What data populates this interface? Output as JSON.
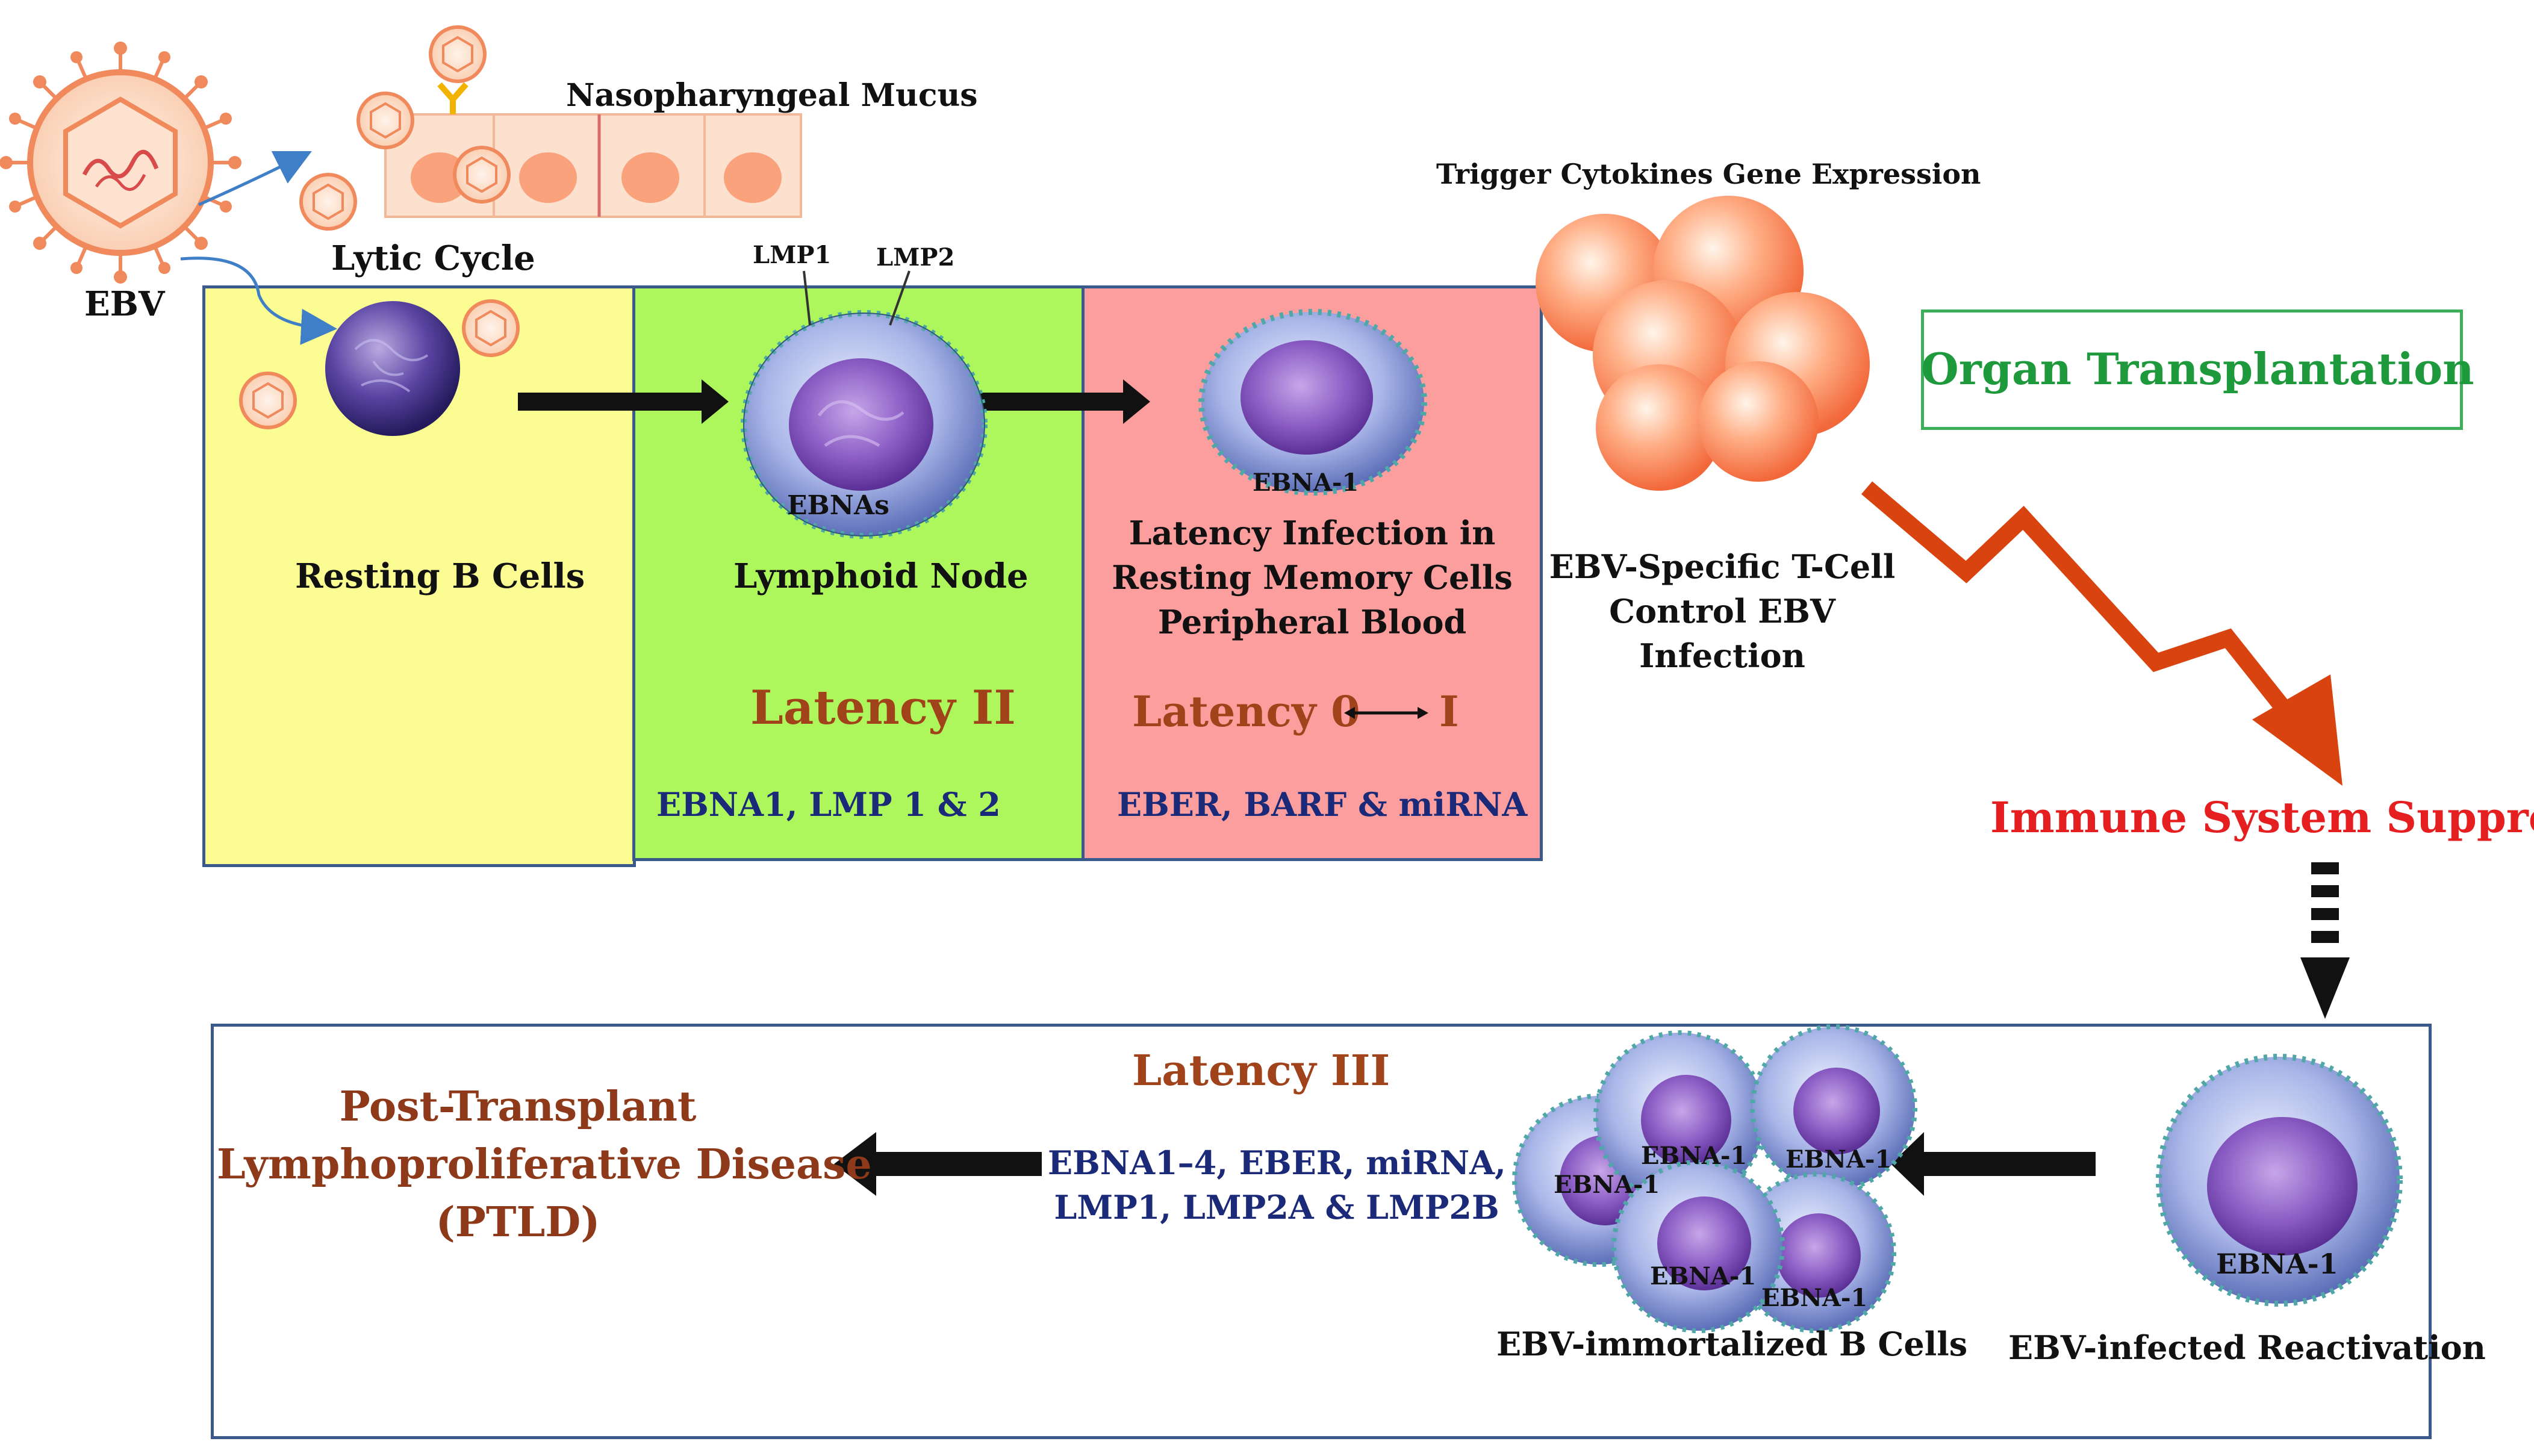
{
  "labels": {
    "ebv": "EBV",
    "lytic_cycle": "Lytic Cycle",
    "nasopharyngeal_mucus": "Nasopharyngeal Mucus",
    "lmp1": "LMP1",
    "lmp2": "LMP2",
    "ebnas": "EBNAs",
    "ebna1_cell": "EBNA-1",
    "resting_b_cells": "Resting B Cells",
    "lymphoid_node": "Lymphoid Node",
    "latency_infection_lines": [
      "Latency Infection in",
      "Resting Memory Cells",
      "Peripheral Blood"
    ],
    "latency_ii": "Latency II",
    "latency_0": "Latency 0",
    "latency_i": "I",
    "ebna_lmp": "EBNA1, LMP 1 & 2",
    "eber_barf": "EBER, BARF & miRNA",
    "trigger_cytokines": "Trigger Cytokines Gene Expression",
    "t_cell_lines": [
      "EBV-Specific  T-Cell",
      "Control EBV",
      "Infection"
    ],
    "organ_transplantation": "Organ Transplantation",
    "immune_suppress": "Immune System Suppress",
    "latency_iii": "Latency III",
    "ptld_lines": [
      "Post-Transplant",
      "Lymphoproliferative Disease",
      "(PTLD)"
    ],
    "latency_iii_genes_lines": [
      "EBNA1–4, EBER, miRNA,",
      "LMP1, LMP2A & LMP2B"
    ],
    "cluster_ebna": [
      "EBNA-1",
      "EBNA-1",
      "EBNA-1",
      "EBNA-1",
      "EBNA-1"
    ],
    "immortalized": "EBV-immortalized B Cells",
    "reactivation_ebna": "EBNA-1",
    "reactivation": "EBV-infected Reactivation"
  },
  "colors": {
    "resting_panel": "#fbfc92",
    "lymphoid_panel": "#adf75c",
    "latency_panel": "#fc9e9e",
    "latency_label": "#a0421a",
    "gene_text": "#1b2a78",
    "organ_text": "#1e9a3c",
    "immune_text": "#e51f1f",
    "zigzag": "#d9430f"
  },
  "icons": [
    "ebv-virus-icon",
    "b-cell-icon",
    "cytokine-cluster-icon",
    "zigzag-arrow-icon"
  ]
}
